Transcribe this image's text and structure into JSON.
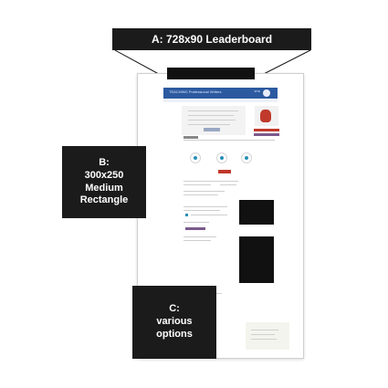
{
  "labels": {
    "a": {
      "line1": "A: 728x90 Leaderboard"
    },
    "b": {
      "line1": "B:",
      "line2": "300x250",
      "line3": "Medium",
      "line4": "Rectangle"
    },
    "c": {
      "line1": "C:",
      "line2": "various",
      "line3": "options"
    }
  },
  "colors": {
    "label_bg": "#1b1b1b",
    "label_text": "#ffffff",
    "ad_slot": "#111111",
    "header_blue": "#2c5aa0",
    "accent_red": "#c0392b",
    "accent_teal": "#2a8fb5"
  },
  "mock_page": {
    "header_title": "TEACHING Professional Writers",
    "header_logo_label": "SITE"
  }
}
